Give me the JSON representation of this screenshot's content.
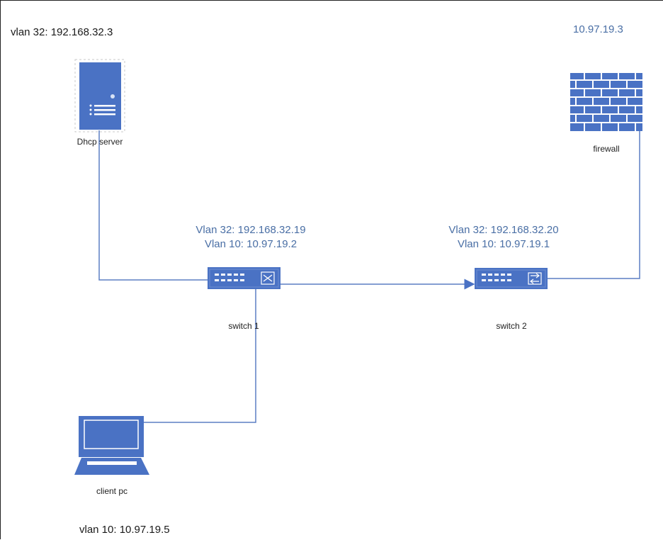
{
  "colors": {
    "accent": "#4a72c4",
    "line": "#5b7fc4",
    "text_blue": "#4a6fa5",
    "text_dark": "#1a1a1a"
  },
  "notes": {
    "dhcp_vlan": "vlan 32: 192.168.32.3",
    "firewall_ip": "10.97.19.3",
    "client_vlan": "vlan 10: 10.97.19.5"
  },
  "nodes": {
    "dhcp_server": {
      "label": "Dhcp server",
      "icon": "server-icon"
    },
    "firewall": {
      "label": "firewall",
      "icon": "firewall-icon"
    },
    "switch1": {
      "label": "switch 1",
      "icon": "switch-icon",
      "vlan32": "Vlan 32: 192.168.32.19",
      "vlan10": "Vlan 10: 10.97.19.2"
    },
    "switch2": {
      "label": "switch 2",
      "icon": "switch-icon",
      "vlan32": "Vlan 32: 192.168.32.20",
      "vlan10": "Vlan 10: 10.97.19.1"
    },
    "client_pc": {
      "label": "client pc",
      "icon": "laptop-icon"
    }
  }
}
